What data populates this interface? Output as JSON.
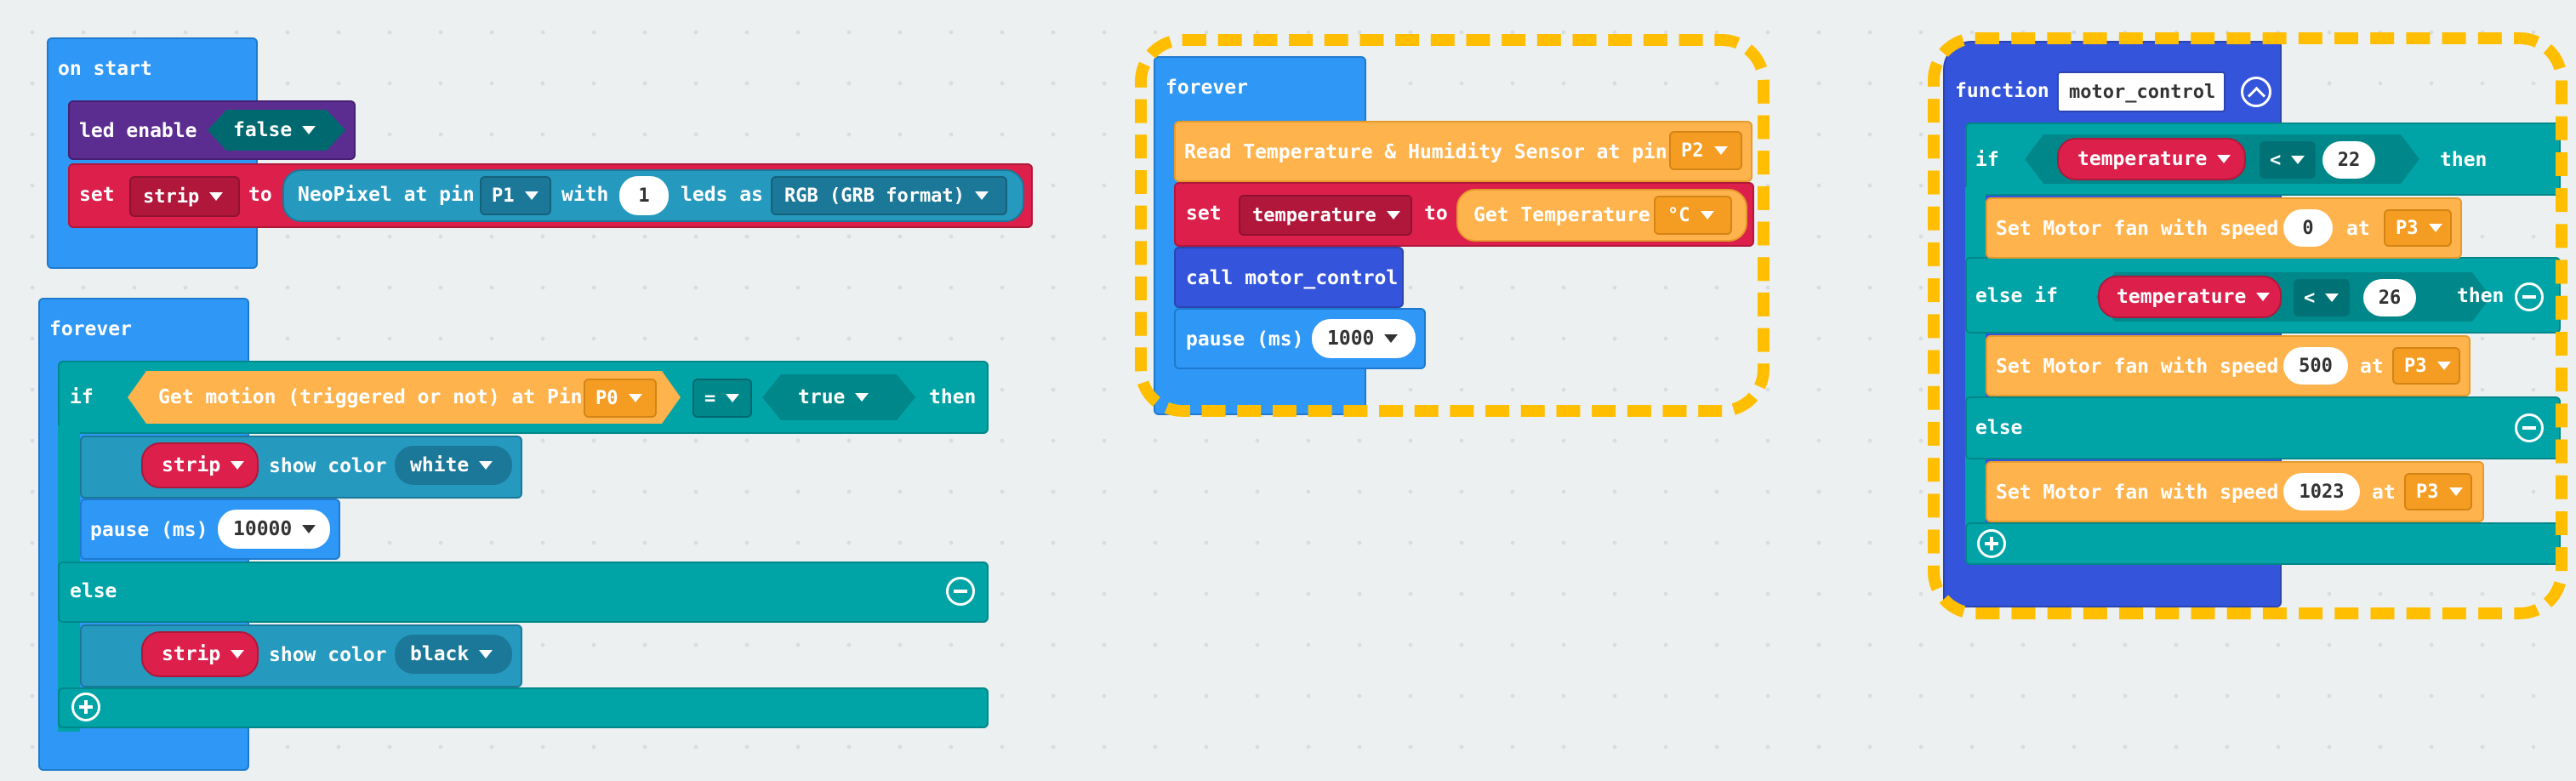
{
  "colors": {
    "event_blue": "#2f97f5",
    "led_purple": "#5c2d91",
    "variables_red": "#dc1f4b",
    "neopixel_teal": "#2699bf",
    "logic_teal": "#00a4a6",
    "sensor_orange": "#ffb34d",
    "function_blue": "#3455db",
    "highlight_yellow": "#ffbe00"
  },
  "on_start": {
    "header": "on start",
    "led_enable": {
      "label": "led enable",
      "value": "false"
    },
    "set_strip": {
      "set": "set",
      "var": "strip",
      "to": "to",
      "neopixel": "NeoPixel at pin",
      "pin": "P1",
      "with": "with",
      "count": "1",
      "leds_as": "leds as",
      "format": "RGB (GRB format)"
    }
  },
  "forever1": {
    "header": "forever",
    "if": "if",
    "condition": {
      "text": "Get motion (triggered or not) at Pin",
      "pin": "P0",
      "op": "=",
      "value": "true"
    },
    "then": "then",
    "strip_white": {
      "var": "strip",
      "show": "show color",
      "color": "white"
    },
    "pause": {
      "label": "pause (ms)",
      "value": "10000"
    },
    "else": "else",
    "strip_black": {
      "var": "strip",
      "show": "show color",
      "color": "black"
    }
  },
  "forever2": {
    "header": "forever",
    "read": {
      "label": "Read Temperature & Humidity Sensor at pin",
      "pin": "P2"
    },
    "set_temp": {
      "set": "set",
      "var": "temperature",
      "to": "to",
      "get": "Get Temperature",
      "unit": "°C"
    },
    "call": "call motor_control",
    "pause": {
      "label": "pause (ms)",
      "value": "1000"
    }
  },
  "function": {
    "label": "function",
    "name": "motor_control",
    "if": "if",
    "cond1": {
      "var": "temperature",
      "op": "<",
      "value": "22"
    },
    "then": "then",
    "motor1": {
      "label": "Set Motor fan with speed",
      "speed": "0",
      "at": "at",
      "pin": "P3"
    },
    "else_if": "else if",
    "cond2": {
      "var": "temperature",
      "op": "<",
      "value": "26"
    },
    "motor2": {
      "label": "Set Motor fan with speed",
      "speed": "500",
      "at": "at",
      "pin": "P3"
    },
    "else": "else",
    "motor3": {
      "label": "Set Motor fan with speed",
      "speed": "1023",
      "at": "at",
      "pin": "P3"
    }
  }
}
